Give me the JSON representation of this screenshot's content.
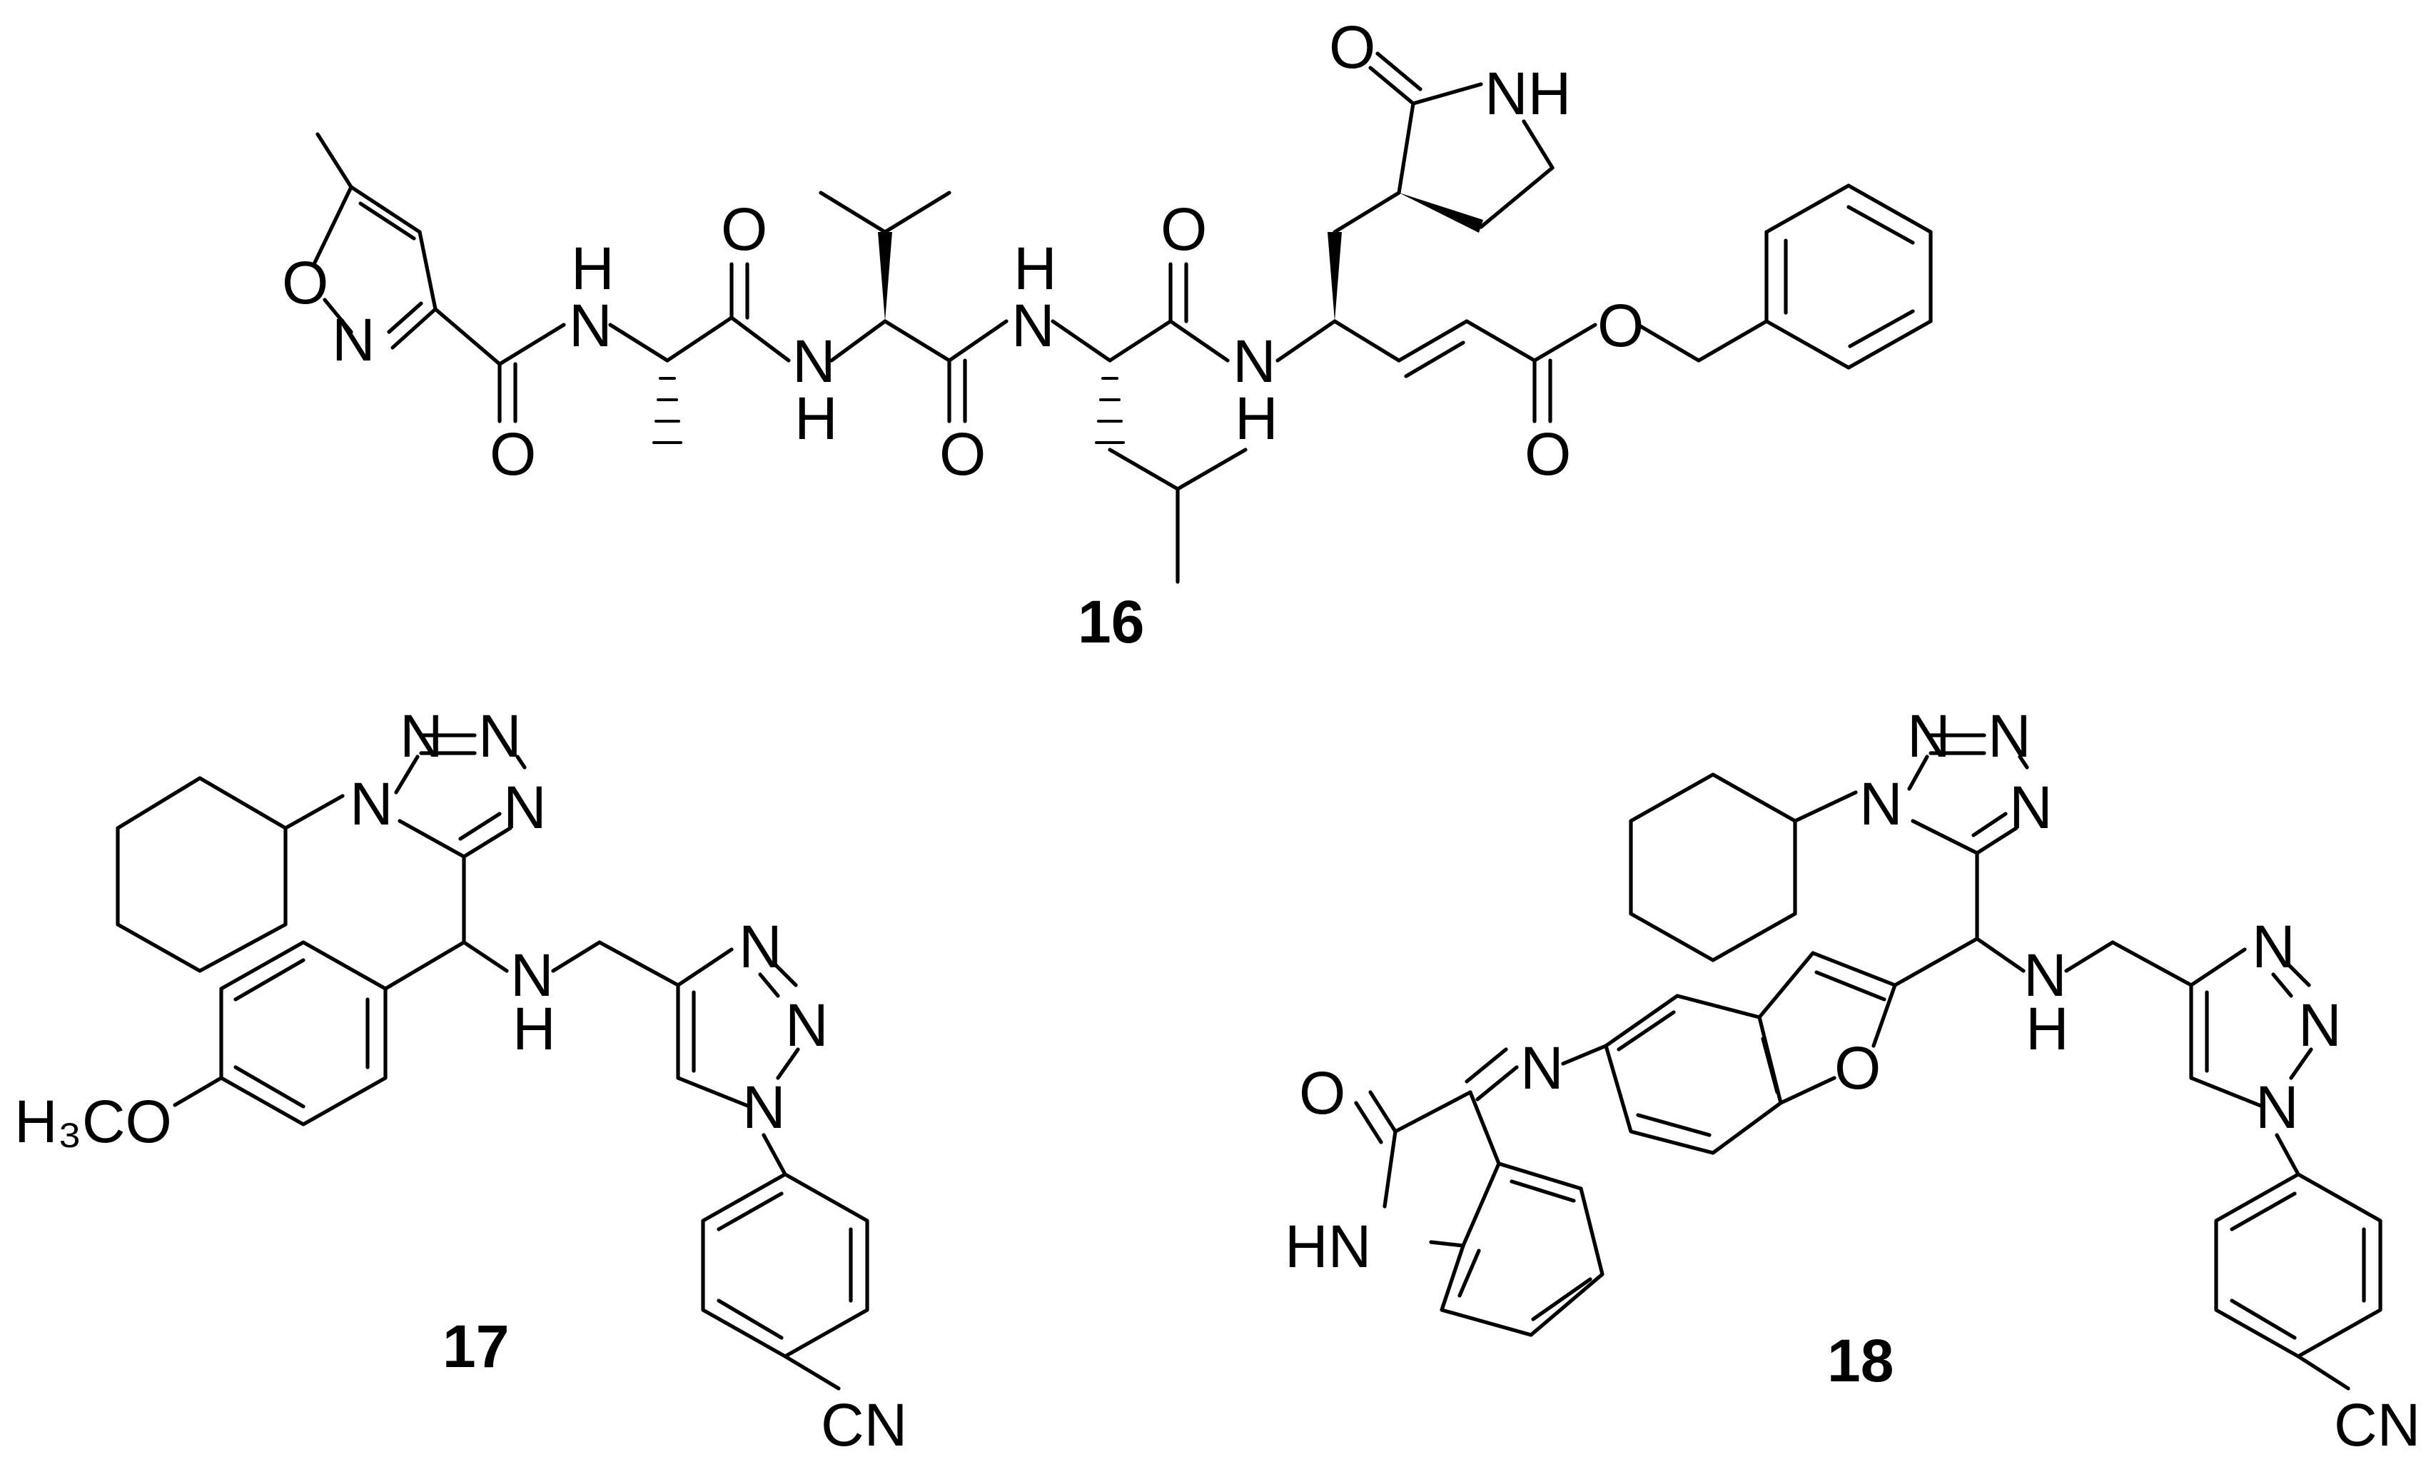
{
  "compounds": [
    {
      "label": "16",
      "atoms": {
        "iso_o": "O",
        "iso_n": "N",
        "amide1_nh_n": "N",
        "amide1_nh_h": "H",
        "amide1_o": "O",
        "ala_o": "O",
        "val_nh_n": "N",
        "val_nh_h": "H",
        "val_o": "O",
        "leu_nh_n": "N",
        "leu_nh_h": "H",
        "leu_o": "O",
        "end_nh_n": "N",
        "end_nh_h": "H",
        "lactam_o": "O",
        "lactam_nh": "NH",
        "ester_o": "O",
        "ester_co": "O"
      }
    },
    {
      "label": "17",
      "atoms": {
        "tz_n1": "N",
        "tz_n2": "N",
        "tz_n3": "N",
        "tz_n4": "N",
        "nh_n": "N",
        "nh_h": "H",
        "tri_n3": "N",
        "tri_n2": "N",
        "tri_n1": "N",
        "och3": "H₃CO",
        "cn": "CN"
      }
    },
    {
      "label": "18",
      "atoms": {
        "tz_n1": "N",
        "tz_n2": "N",
        "tz_n3": "N",
        "tz_n4": "N",
        "nh_n": "N",
        "nh_h": "H",
        "tri_n3": "N",
        "tri_n2": "N",
        "tri_n1": "N",
        "furan_o": "O",
        "imine_n": "N",
        "oxindole_o": "O",
        "oxindole_nh": "HN",
        "cn": "CN"
      }
    }
  ]
}
